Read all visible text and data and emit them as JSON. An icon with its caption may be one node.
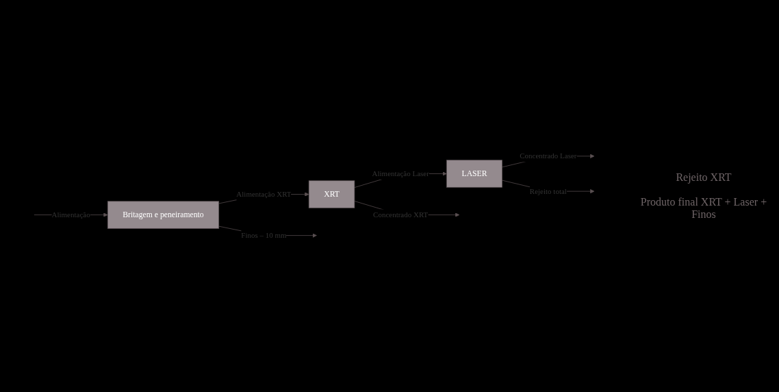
{
  "diagram": {
    "nodes": [
      {
        "text": [
          "Britagem e peneiramento"
        ]
      },
      {
        "text": [
          "XRT"
        ]
      },
      {
        "text": [
          "LASER"
        ]
      }
    ],
    "edges": [
      {
        "from": null,
        "to": 0,
        "arrow": "to",
        "label": "Alimentação"
      },
      {
        "from": 0,
        "to": 1,
        "arrow": "to",
        "label": "Alimentação XRT"
      },
      {
        "from": 1,
        "to": 2,
        "arrow": "to",
        "label": "Alimentação Laser"
      },
      {
        "from": 0,
        "to": null,
        "arrow": "to",
        "label": "Finos – 10 mm"
      },
      {
        "from": 1,
        "to": null,
        "arrow": "to",
        "label": "Concentrado XRT"
      },
      {
        "from": 2,
        "to": null,
        "arrow": "to",
        "label": "Concentrado Laser"
      },
      {
        "from": 2,
        "to": null,
        "arrow": "to",
        "label": "Rejeito total"
      }
    ],
    "labels": [
      "Rejeito XRT",
      "Produto final XRT + Laser + Finos"
    ]
  }
}
